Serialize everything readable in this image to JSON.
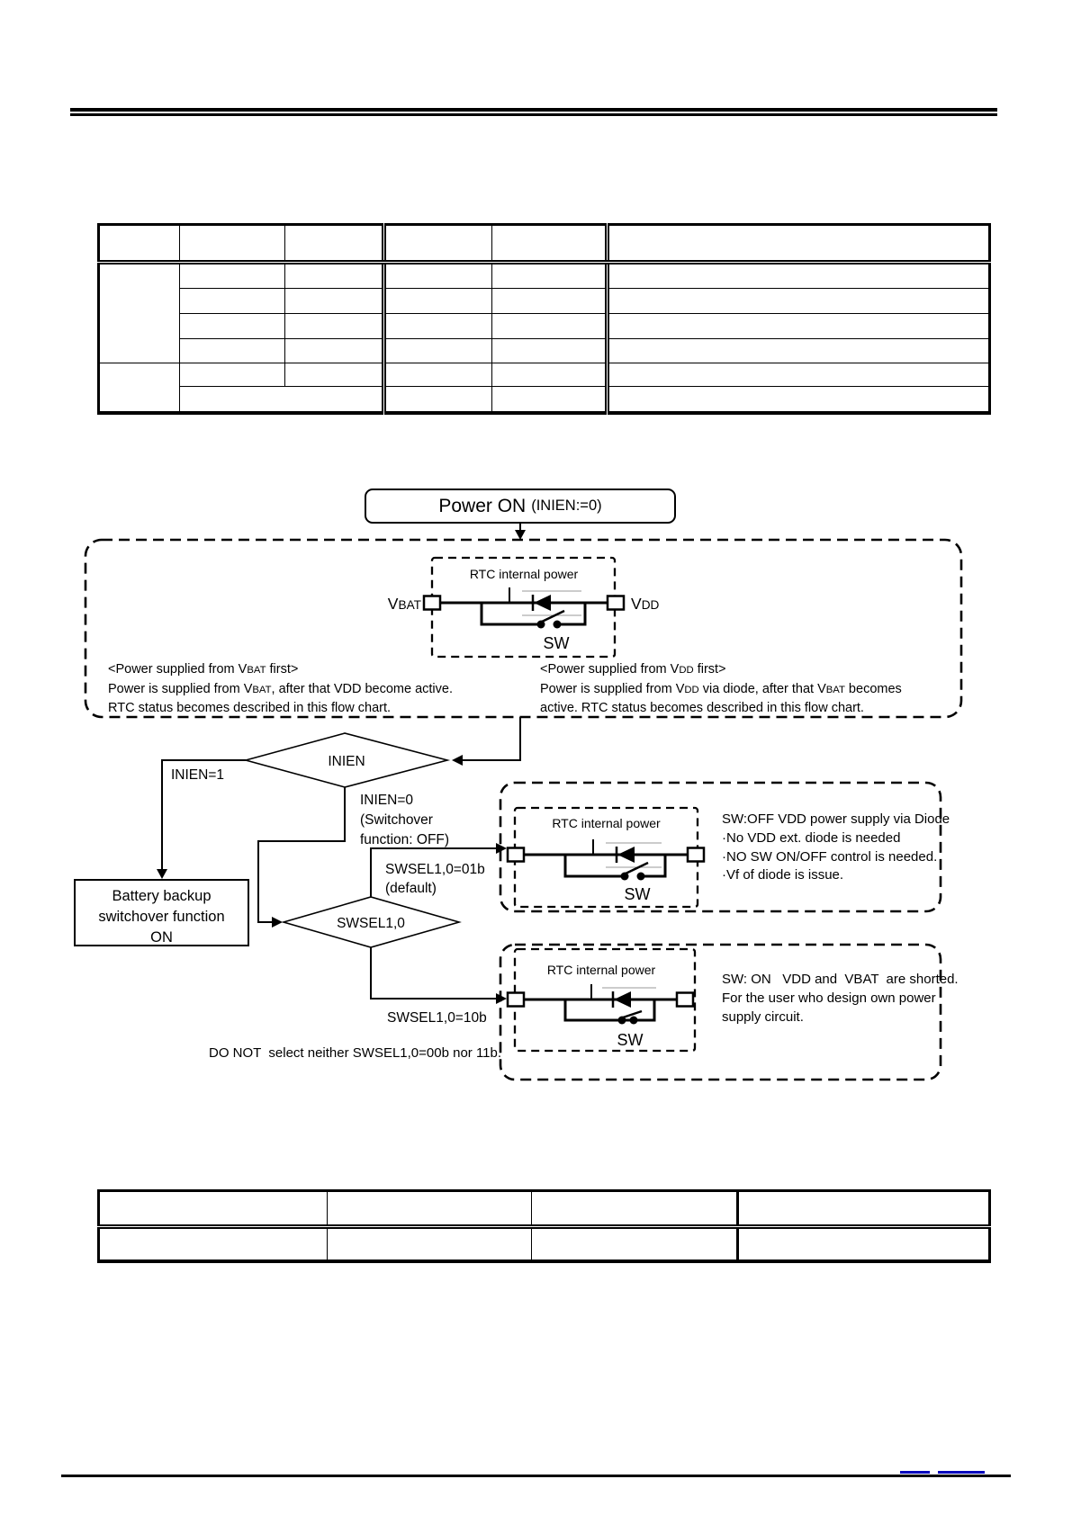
{
  "page": {
    "bg": "#ffffff",
    "ink": "#000000",
    "link_color": "#0000bb",
    "faint_color": "#999999"
  },
  "top_table": {
    "header": [
      "",
      "",
      "",
      "",
      "",
      ""
    ],
    "rows": [
      [
        "",
        "",
        "",
        "",
        "",
        ""
      ],
      [
        "",
        "",
        "",
        "",
        ""
      ],
      [
        "",
        "",
        "",
        "",
        ""
      ],
      [
        "",
        "",
        "",
        "",
        ""
      ],
      [
        "",
        "",
        "",
        "",
        "",
        ""
      ],
      [
        "",
        "",
        "",
        ""
      ]
    ]
  },
  "bottom_table": {
    "header": [
      "",
      "",
      "",
      ""
    ],
    "rows": [
      [
        "",
        "",
        "",
        ""
      ]
    ]
  },
  "flowchart": {
    "start": {
      "label": "Power ON",
      "paren": "(INIEN:=0)"
    },
    "power_block": {
      "rtc_label": "RTC internal power",
      "vbat_label": "V{BAT}",
      "vdd_label": "V{DD}",
      "sw_label": "SW",
      "note_vbat_first": [
        "<Power supplied from V{BAT} first>",
        "Power is supplied from V{BAT}, after that VDD become active.",
        "RTC status becomes described in this flow chart."
      ],
      "note_vdd_first": [
        "<Power supplied from V{DD} first>",
        "Power is supplied from V{DD} via diode, after that V{BAT} becomes",
        "active. RTC status becomes described in this flow chart."
      ]
    },
    "inien": {
      "label": "INIEN",
      "branch_on_label": "INIEN=1",
      "branch_off_label": [
        "INIEN=0",
        "(Switchover",
        "function: OFF)"
      ]
    },
    "battery_box_lines": [
      "Battery backup",
      "switchover function",
      "ON"
    ],
    "swsel": {
      "label": "SWSEL1,0",
      "branch_01_label": [
        "SWSEL1,0=01b",
        "(default)"
      ],
      "branch_10_label": "SWSEL1,0=10b"
    },
    "warning": "DO NOT  select neither SWSEL1,0=00b nor 11b.",
    "sw_off_block": {
      "rtc_label": "RTC  internal power",
      "sw_label": "SW",
      "notes": [
        "SW:OFF VDD power supply via Diode",
        "·No VDD ext. diode is needed",
        "·NO SW ON/OFF control is needed.",
        "·Vf of diode is issue."
      ]
    },
    "sw_on_block": {
      "rtc_label": "RTC  internal power",
      "sw_label": "SW",
      "notes": [
        "SW: ON   VDD and  VBAT  are shorted.",
        "For the user who design own power",
        "supply circuit."
      ]
    }
  }
}
